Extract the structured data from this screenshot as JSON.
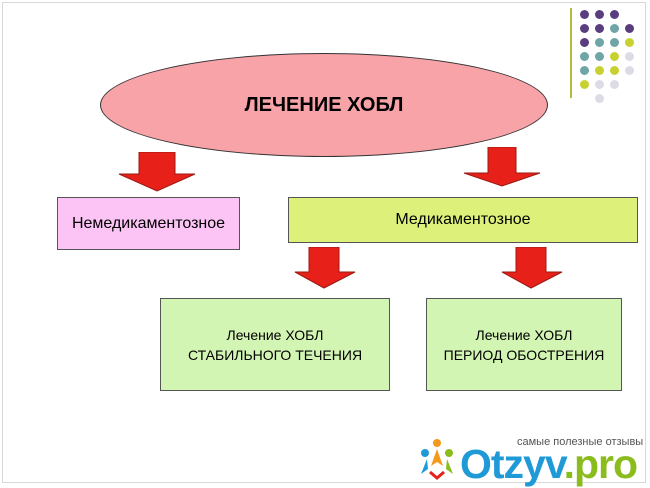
{
  "diagram": {
    "title": "ЛЕЧЕНИЕ ХОБЛ",
    "left_branch": "Немедикаментозное",
    "right_branch": "Медикаментозное",
    "sub_left": [
      "Лечение ХОБЛ",
      "СТАБИЛЬНОГО ТЕЧЕНИЯ"
    ],
    "sub_right": [
      "Лечение ХОБЛ",
      "ПЕРИОД ОБОСТРЕНИЯ"
    ]
  },
  "colors": {
    "ellipse_fill": "#f7a3a8",
    "arrow_fill": "#e8201a",
    "pink_box": "#fbc4f5",
    "lime_box": "#ddf07a",
    "green_box": "#d3f5b3",
    "dot_purple": "#5a3d7e",
    "dot_teal": "#6fa5a6",
    "dot_lime": "#c7d231",
    "dot_grey": "#dcdce6"
  },
  "watermark": {
    "tagline": "самые полезные отзывы",
    "brand": "Otzyv",
    "tld": ".pro"
  }
}
